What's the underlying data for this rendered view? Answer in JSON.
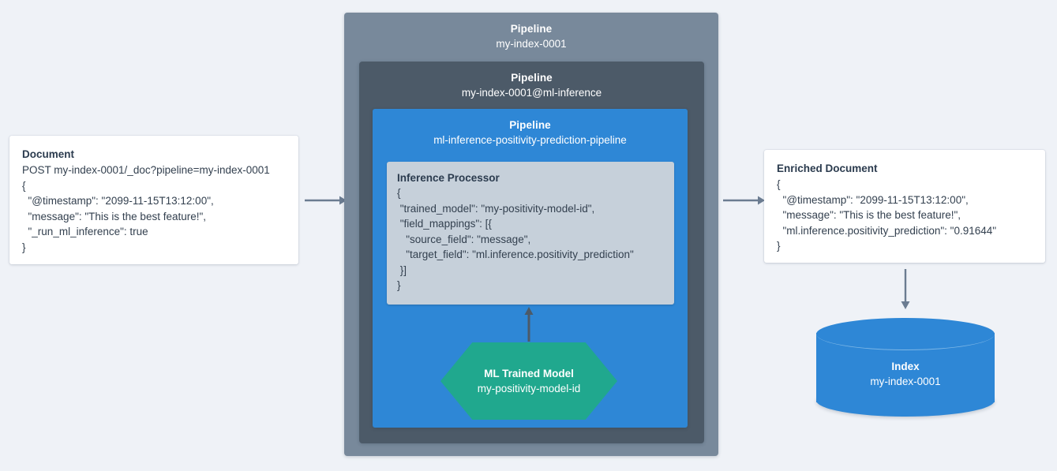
{
  "theme": {
    "background": "#eff2f7",
    "outer_pipeline_color": "#78899b",
    "mid_pipeline_color": "#4c5a68",
    "inner_pipeline_color": "#2e87d6",
    "processor_color": "#c6d0da",
    "model_color": "#20a88e",
    "index_color": "#2e87d6",
    "arrow_color": "#6b7c91",
    "card_background": "#ffffff",
    "text_color": "#33404f"
  },
  "document": {
    "title": "Document",
    "lines": [
      "POST my-index-0001/_doc?pipeline=my-index-0001",
      "{",
      "  \"@timestamp\": \"2099-11-15T13:12:00\",",
      "  \"message\": \"This is the best feature!\",",
      "  \"_run_ml_inference\": true",
      "}"
    ]
  },
  "pipelines": {
    "outer": {
      "label": "Pipeline",
      "name": "my-index-0001"
    },
    "middle": {
      "label": "Pipeline",
      "name": "my-index-0001@ml-inference"
    },
    "inner": {
      "label": "Pipeline",
      "name": "ml-inference-positivity-prediction-pipeline"
    }
  },
  "processor": {
    "title": "Inference Processor",
    "lines": [
      "{",
      " \"trained_model\": \"my-positivity-model-id\",",
      " \"field_mappings\": [{",
      "   \"source_field\": \"message\",",
      "   \"target_field\": \"ml.inference.positivity_prediction\"",
      " }]",
      "}"
    ]
  },
  "model": {
    "title": "ML Trained Model",
    "name": "my-positivity-model-id"
  },
  "enriched_document": {
    "title": "Enriched Document",
    "lines": [
      "{",
      "  \"@timestamp\": \"2099-11-15T13:12:00\",",
      "  \"message\": \"This is the best feature!\",",
      "  \"ml.inference.positivity_prediction\": \"0.91644\"",
      "}"
    ]
  },
  "index": {
    "title": "Index",
    "name": "my-index-0001"
  },
  "connectors": [
    {
      "id": "doc-to-pipeline",
      "direction": "right"
    },
    {
      "id": "pipeline-to-enriched",
      "direction": "right"
    },
    {
      "id": "model-to-processor",
      "direction": "up"
    },
    {
      "id": "enriched-to-index",
      "direction": "down"
    }
  ]
}
